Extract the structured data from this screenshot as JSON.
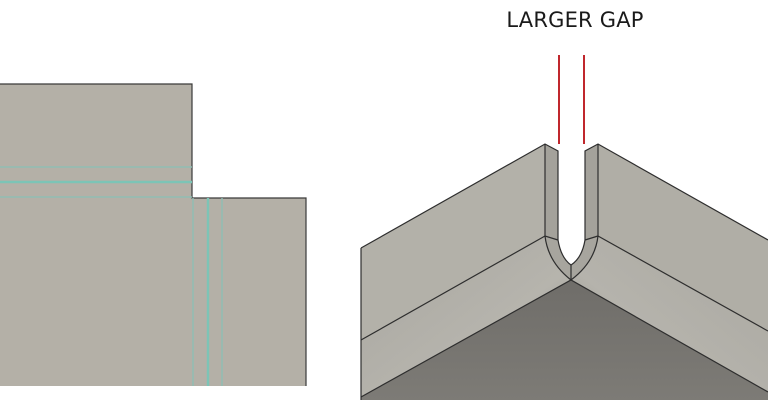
{
  "annotation": {
    "label": "LARGER GAP",
    "marker_color": "#c0272d"
  },
  "colors": {
    "sheet_face": "#b4b0a7",
    "guide_lines": "#7cc4b6",
    "outline": "#3a3a3a",
    "wall_light": "#b3b1a9",
    "wall_mid": "#a5a39c",
    "floor_dark": "#7a7873"
  },
  "figures": [
    {
      "name": "flat-pattern-view",
      "description": "Flat sheet metal pattern with bend lines"
    },
    {
      "name": "folded-corner-view",
      "description": "Isometric folded corner with relief gap"
    }
  ]
}
